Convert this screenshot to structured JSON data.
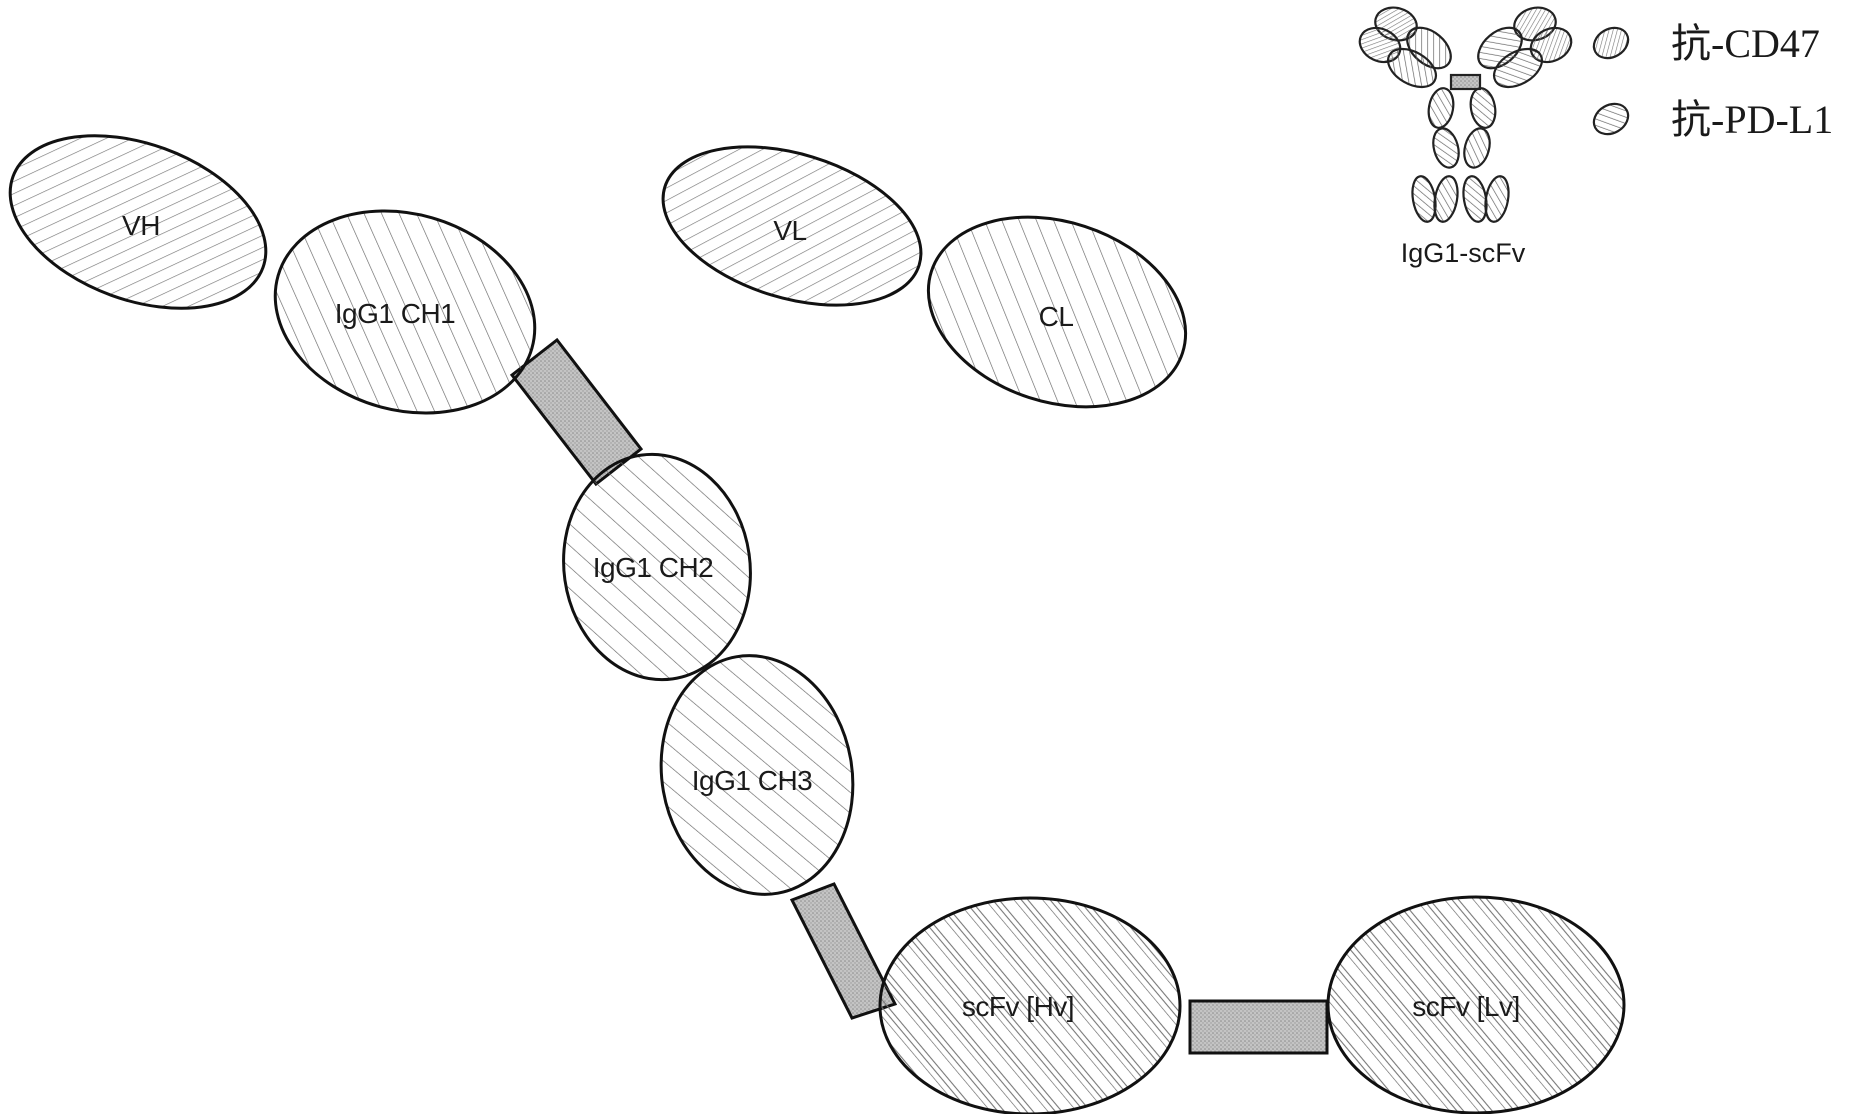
{
  "figure": {
    "heavy_chain": {
      "domains": [
        {
          "id": "vh",
          "label": "VH"
        },
        {
          "id": "ch1",
          "label": "IgG1 CH1"
        },
        {
          "id": "ch2",
          "label": "IgG1 CH2"
        },
        {
          "id": "ch3",
          "label": "IgG1 CH3"
        },
        {
          "id": "scfv-hv",
          "label": "scFv [Hv]"
        },
        {
          "id": "scfv-lv",
          "label": "scFv [Lv]"
        }
      ]
    },
    "light_chain": {
      "domains": [
        {
          "id": "vl",
          "label": "VL"
        },
        {
          "id": "cl",
          "label": "CL"
        }
      ]
    }
  },
  "legend": {
    "format_caption": "IgG1-scFv",
    "entries": [
      {
        "label": "抗-CD47",
        "pattern": "dense-hatch"
      },
      {
        "label": "抗-PD-L1",
        "pattern": "wide-hatch"
      }
    ]
  },
  "colors": {
    "outline": "#111111",
    "hatch_fine": "#6b6b6b",
    "hatch_wide": "#555555",
    "linker_fill": "#b9b9b9"
  }
}
